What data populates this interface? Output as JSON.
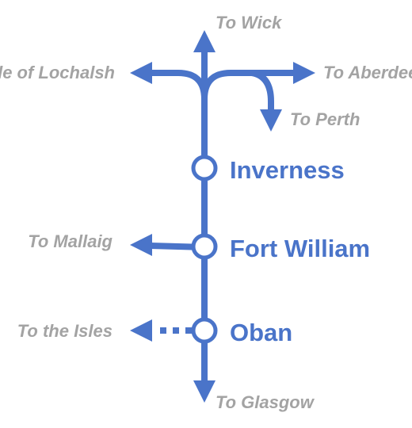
{
  "destinations": {
    "wick": "To Wick",
    "kyle": "To Kyle of Lochalsh",
    "aberdeen": "To Aberdeen",
    "perth": "To Perth",
    "mallaig": "To Mallaig",
    "isles": "To the Isles",
    "glasgow": "To Glasgow"
  },
  "stations": {
    "inverness": "Inverness",
    "fort_william": "Fort William",
    "oban": "Oban"
  },
  "colors": {
    "line": "#4a74c9",
    "station_text": "#4a74c9",
    "destination_text": "#a3a3a3"
  }
}
